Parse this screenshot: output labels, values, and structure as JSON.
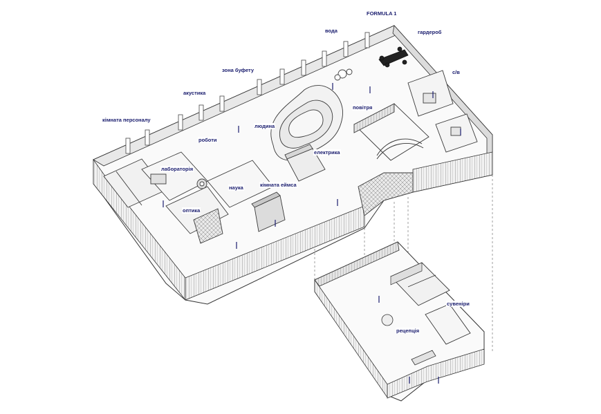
{
  "labels": {
    "formula1": "FORMULA 1",
    "water": "вода",
    "wardrobe": "гардероб",
    "wc": "с/в",
    "buffet": "зона буфету",
    "acoustics": "акустика",
    "air": "повітря",
    "human": "людина",
    "staff_room": "кімната персоналу",
    "robots": "роботи",
    "electrics": "електрика",
    "laboratory": "лабораторія",
    "science": "наука",
    "ames_room": "кімната еймса",
    "optics": "оптика",
    "souvenirs": "сувеніри",
    "reception": "рецепція"
  },
  "colors": {
    "label_text": "#1a1d6e",
    "line": "#3a3a3a",
    "wall_light": "#f4f4f4",
    "wall_shade": "#cfcfcf",
    "floor": "#fafafa"
  }
}
